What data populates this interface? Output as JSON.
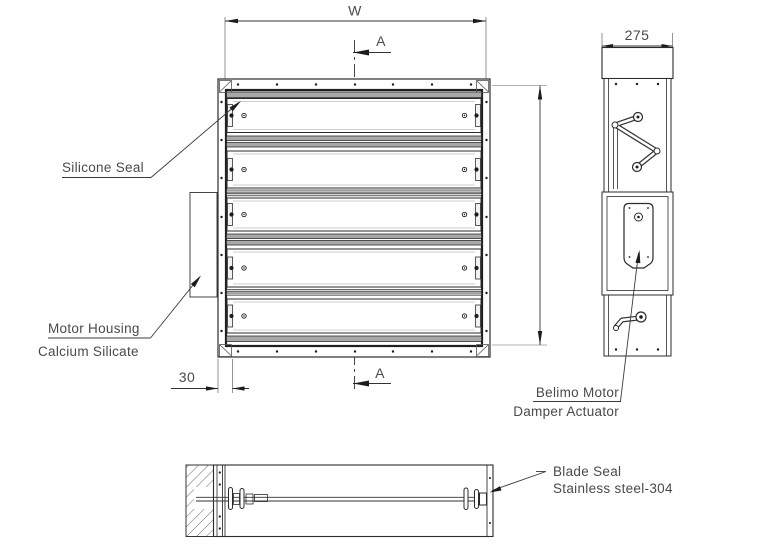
{
  "drawing": {
    "background": "#ffffff",
    "line_color": "#2b2b2b",
    "text_color": "#4a4a4a",
    "front_view": {
      "width_dim": "W",
      "section_marker_top": "A",
      "section_marker_bottom": "A",
      "frame_depth_dim": "30",
      "blade_count": 5,
      "callout_silicone_seal": "Silicone Seal",
      "callout_motor_housing": "Motor Housing",
      "callout_motor_housing_material": "Calcium Silicate"
    },
    "side_view": {
      "depth_dim": "275",
      "callout_motor_brand": "Belimo Motor",
      "callout_motor_type": "Damper Actuator"
    },
    "section_view": {
      "callout_blade_seal": "Blade Seal",
      "callout_blade_seal_material": "Stainless steel-304"
    }
  }
}
